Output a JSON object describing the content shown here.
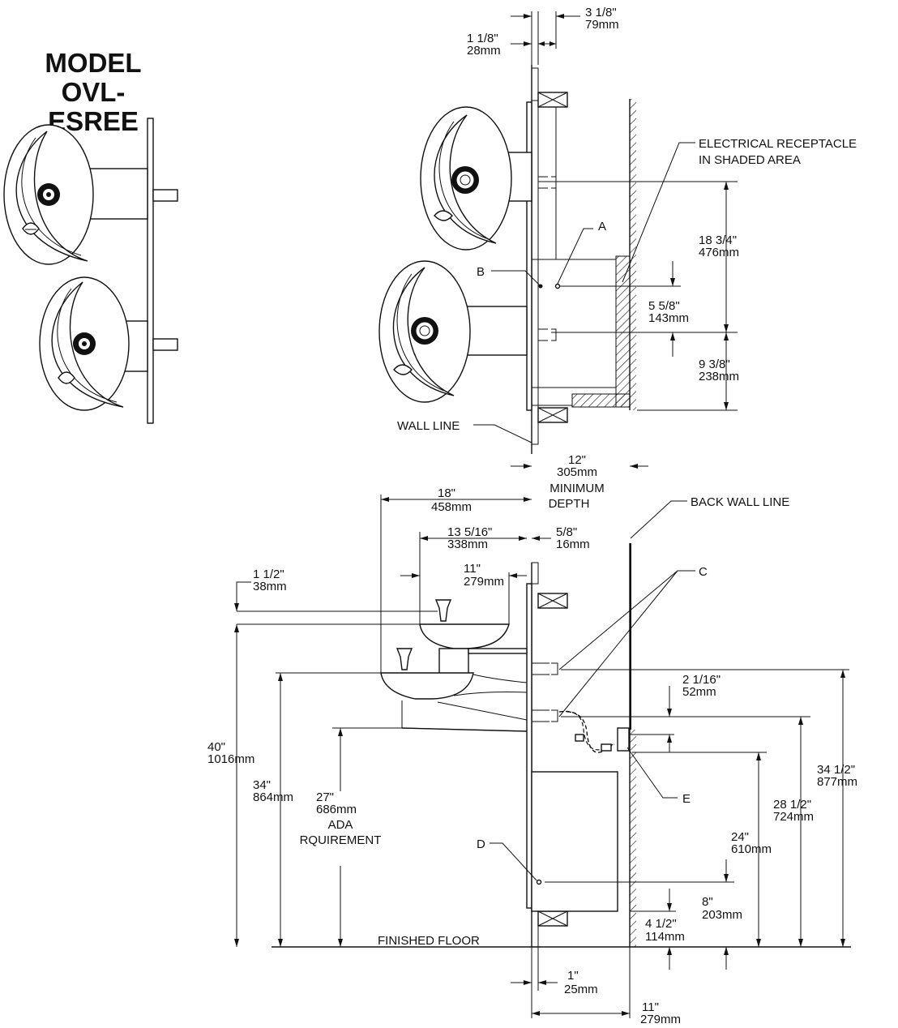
{
  "title": {
    "line1": "MODEL",
    "line2": "OVL-ESREE"
  },
  "labels": {
    "electrical_1": "ELECTRICAL RECEPTACLE",
    "electrical_2": "IN SHADED AREA",
    "wall_line": "WALL LINE",
    "back_wall_line": "BACK WALL LINE",
    "finished_floor": "FINISHED FLOOR",
    "ada_1": "ADA",
    "ada_2": "RQUIREMENT",
    "min_depth_1": "MINIMUM",
    "min_depth_2": "DEPTH",
    "A": "A",
    "B": "B",
    "C": "C",
    "D": "D",
    "E": "E"
  },
  "dims": {
    "d3_1_8": {
      "in": "3 1/8\"",
      "mm": "79mm"
    },
    "d1_1_8": {
      "in": "1 1/8\"",
      "mm": "28mm"
    },
    "d18_3_4": {
      "in": "18 3/4\"",
      "mm": "476mm"
    },
    "d5_5_8": {
      "in": "5 5/8\"",
      "mm": "143mm"
    },
    "d9_3_8": {
      "in": "9 3/8\"",
      "mm": "238mm"
    },
    "d12": {
      "in": "12\"",
      "mm": "305mm"
    },
    "d18": {
      "in": "18\"",
      "mm": "458mm"
    },
    "d13_5_16": {
      "in": "13 5/16\"",
      "mm": "338mm"
    },
    "d5_8": {
      "in": "5/8\"",
      "mm": "16mm"
    },
    "d11_top": {
      "in": "11\"",
      "mm": "279mm"
    },
    "d1_1_2": {
      "in": "1 1/2\"",
      "mm": "38mm"
    },
    "d2_1_16": {
      "in": "2 1/16\"",
      "mm": "52mm"
    },
    "d40": {
      "in": "40\"",
      "mm": "1016mm"
    },
    "d34": {
      "in": "34\"",
      "mm": "864mm"
    },
    "d27": {
      "in": "27\"",
      "mm": "686mm"
    },
    "d34_1_2": {
      "in": "34 1/2\"",
      "mm": "877mm"
    },
    "d28_1_2": {
      "in": "28 1/2\"",
      "mm": "724mm"
    },
    "d24": {
      "in": "24\"",
      "mm": "610mm"
    },
    "d8": {
      "in": "8\"",
      "mm": "203mm"
    },
    "d4_1_2": {
      "in": "4 1/2\"",
      "mm": "114mm"
    },
    "d1": {
      "in": "1\"",
      "mm": "25mm"
    },
    "d11_bottom": {
      "in": "11\"",
      "mm": "279mm"
    }
  }
}
